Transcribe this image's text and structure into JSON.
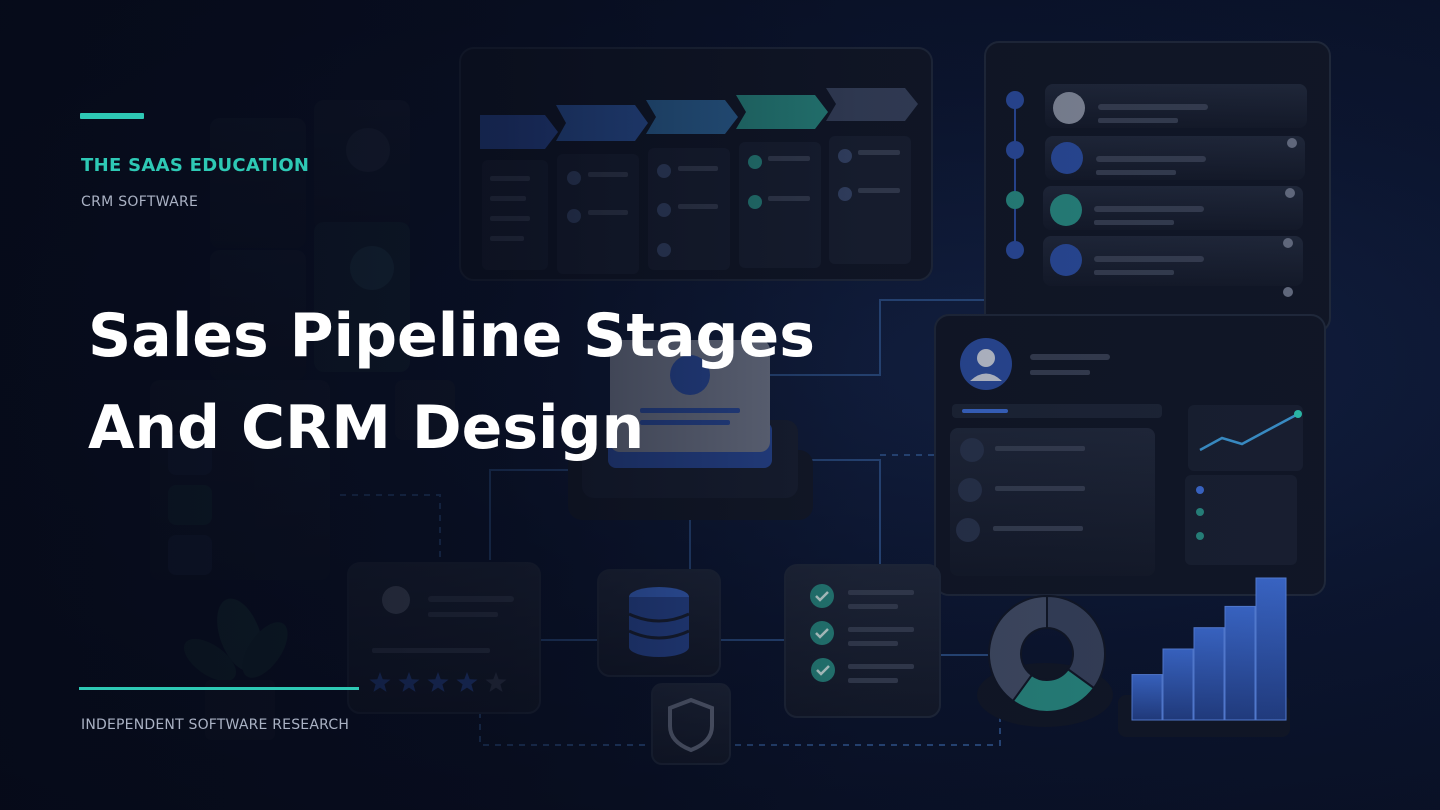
{
  "colors": {
    "accent": "#2ec9b5",
    "panel": "#1b2234",
    "panel_dark": "#141a29",
    "blue": "#2d4fa3",
    "blue_light": "#3f6fd8",
    "teal": "#2a8f86"
  },
  "brand": {
    "name": "THE SAAS EDUCATION",
    "category": "CRM SOFTWARE"
  },
  "headline": {
    "line1": "Sales Pipeline Stages",
    "line2": "And CRM Design"
  },
  "footer": {
    "text": "INDEPENDENT SOFTWARE RESEARCH"
  },
  "illustration": {
    "contact_icons": [
      "user-icon",
      "briefcase-icon",
      "mail-icon",
      "chat-icon"
    ],
    "record_icons": [
      "user-icon",
      "building-icon",
      "dollar-icon"
    ],
    "widgets": [
      "pipeline-board",
      "contact-timeline",
      "contact-record",
      "crm-hub",
      "review-card",
      "database-icon",
      "task-checklist",
      "shield-icon",
      "donut-chart",
      "bar-chart"
    ],
    "rating_stars": 4,
    "rating_max": 5,
    "bar_levels": [
      0.32,
      0.5,
      0.65,
      0.8,
      1.0
    ],
    "donut_fractions": [
      0.35,
      0.25,
      0.4
    ]
  }
}
